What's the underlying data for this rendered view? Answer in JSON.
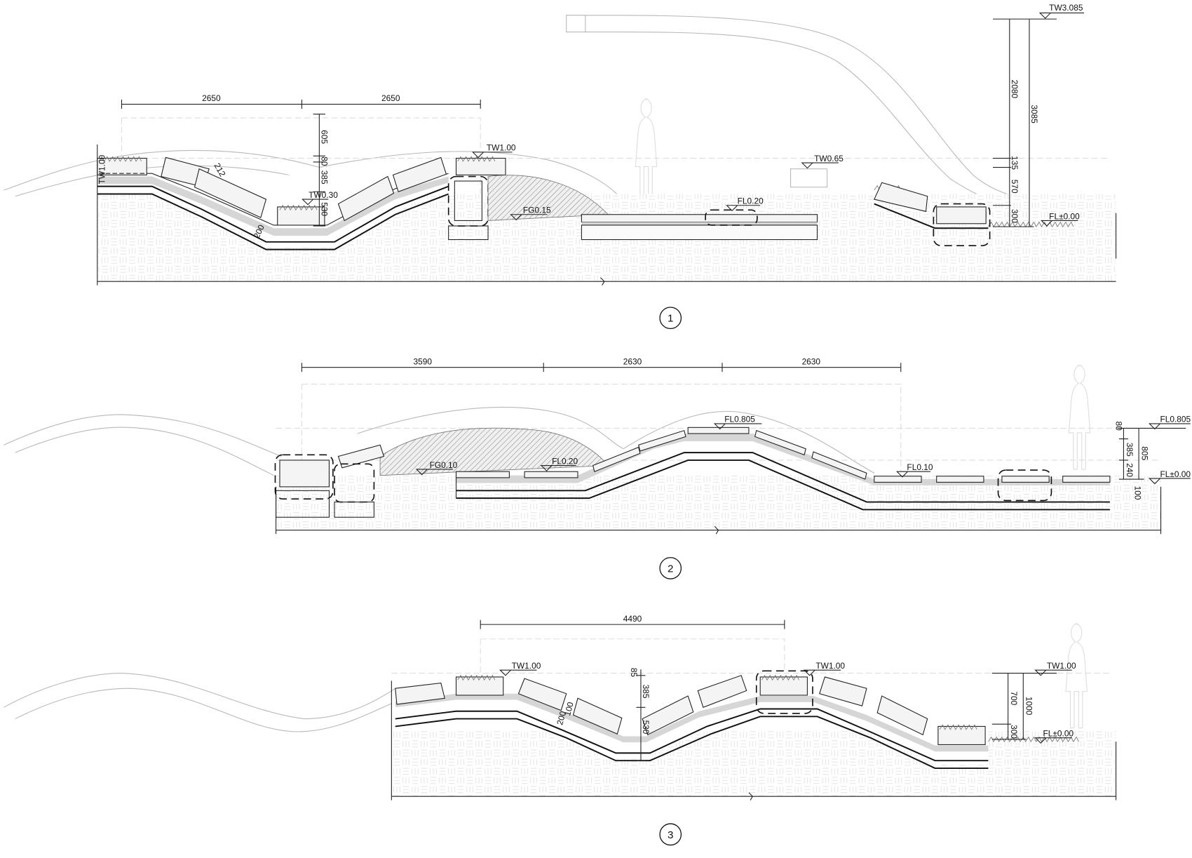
{
  "sections": [
    {
      "number": "1",
      "horizontal_dims": [
        "2650",
        "2650"
      ],
      "vertical_dims_left": [
        "605",
        "80",
        "385",
        "530"
      ],
      "slope_dims": [
        "212",
        "200"
      ],
      "vertical_dims_right": [
        "2080",
        "135",
        "570",
        "300"
      ],
      "overall_height": "3085",
      "elevations": {
        "tw_left_rotated": "TW1.00",
        "tw_low": "TW0.30",
        "tw_mid": "TW1.00",
        "fg": "FG0.15",
        "fl_path": "FL0.20",
        "tw_bench": "TW0.65",
        "tw_top": "TW3.085",
        "fl_ground": "FL±0.00"
      }
    },
    {
      "number": "2",
      "horizontal_dims": [
        "3590",
        "2630",
        "2630"
      ],
      "vertical_dims_right": [
        "80",
        "385",
        "240",
        "100"
      ],
      "overall_height": "805",
      "elevations": {
        "fg": "FG0.10",
        "fl_path": "FL0.20",
        "fl_peak": "FL0.805",
        "fl_low": "FL0.10",
        "fl_right_top": "FL0.805",
        "fl_ground": "FL±0.00"
      }
    },
    {
      "number": "3",
      "horizontal_dims": [
        "4490"
      ],
      "vertical_dims_mid": [
        "85",
        "385",
        "530"
      ],
      "slope_dims": [
        "200",
        "100"
      ],
      "vertical_dims_right": [
        "700",
        "300"
      ],
      "overall_height": "1000",
      "elevations": {
        "tw_left": "TW1.00",
        "tw_mid": "TW1.00",
        "tw_right": "TW1.00",
        "fl_ground": "FL±0.00"
      }
    }
  ]
}
